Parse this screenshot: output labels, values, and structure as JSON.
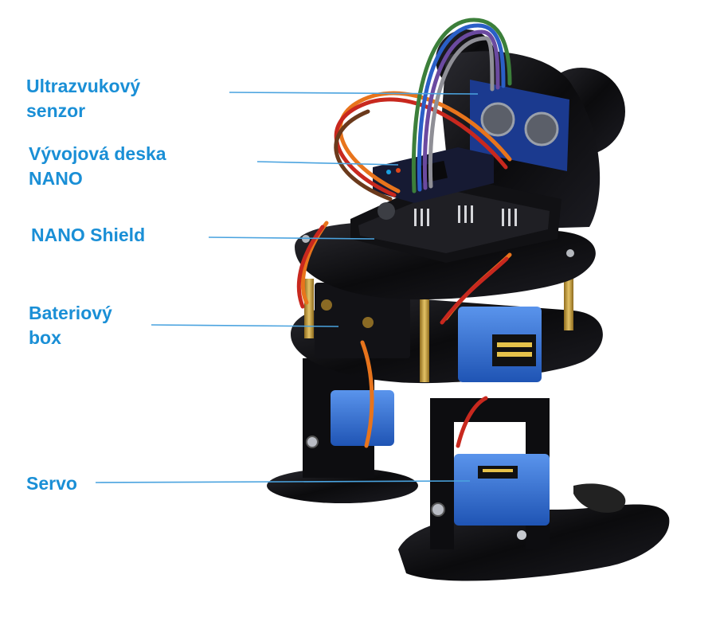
{
  "labels": {
    "ultrasonic": {
      "line1": "Ultrazvukový",
      "line2": "senzor"
    },
    "nano_board": {
      "line1": "Vývojová deska",
      "line2": "NANO"
    },
    "nano_shield": {
      "line1": "NANO Shield"
    },
    "battery_box": {
      "line1": "Bateriový",
      "line2": "box"
    },
    "servo": {
      "line1": "Servo"
    }
  },
  "colors": {
    "label_text": "#1a8fd6",
    "leader_line": "#4aa3df",
    "acrylic": "#0b0b0d",
    "servo_blue": "#2f6fd1",
    "wire_orange": "#e8741c",
    "wire_red": "#c8281e",
    "brass": "#c9a13a"
  }
}
